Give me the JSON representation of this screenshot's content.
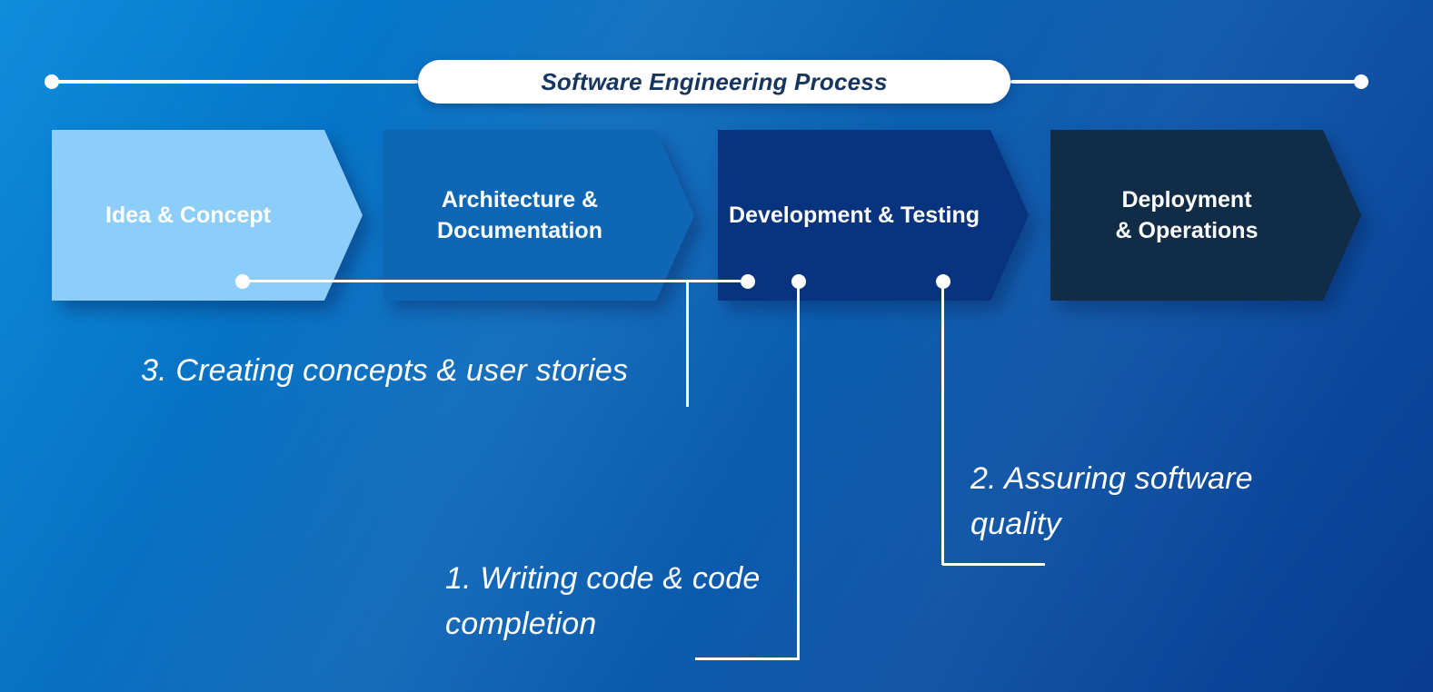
{
  "header": {
    "title": "Software Engineering Process",
    "title_color": "#16355f",
    "pill_color": "#ffffff",
    "line_color": "#ffffff"
  },
  "stages": [
    {
      "label": "Idea & Concept",
      "color": "#8dcdf9"
    },
    {
      "label": "Architecture &\nDocumentation",
      "color": "#0e66b4"
    },
    {
      "label": "Development & Testing",
      "color": "#08347f"
    },
    {
      "label": "Deployment\n& Operations",
      "color": "#102c47"
    }
  ],
  "annotations": [
    {
      "text": "3. Creating concepts & user stories"
    },
    {
      "text": "1. Writing code & code\ncompletion"
    },
    {
      "text": "2. Assuring software\nquality"
    }
  ],
  "background": {
    "gradient_start": "#0085d9",
    "gradient_end": "#0a3c90"
  }
}
